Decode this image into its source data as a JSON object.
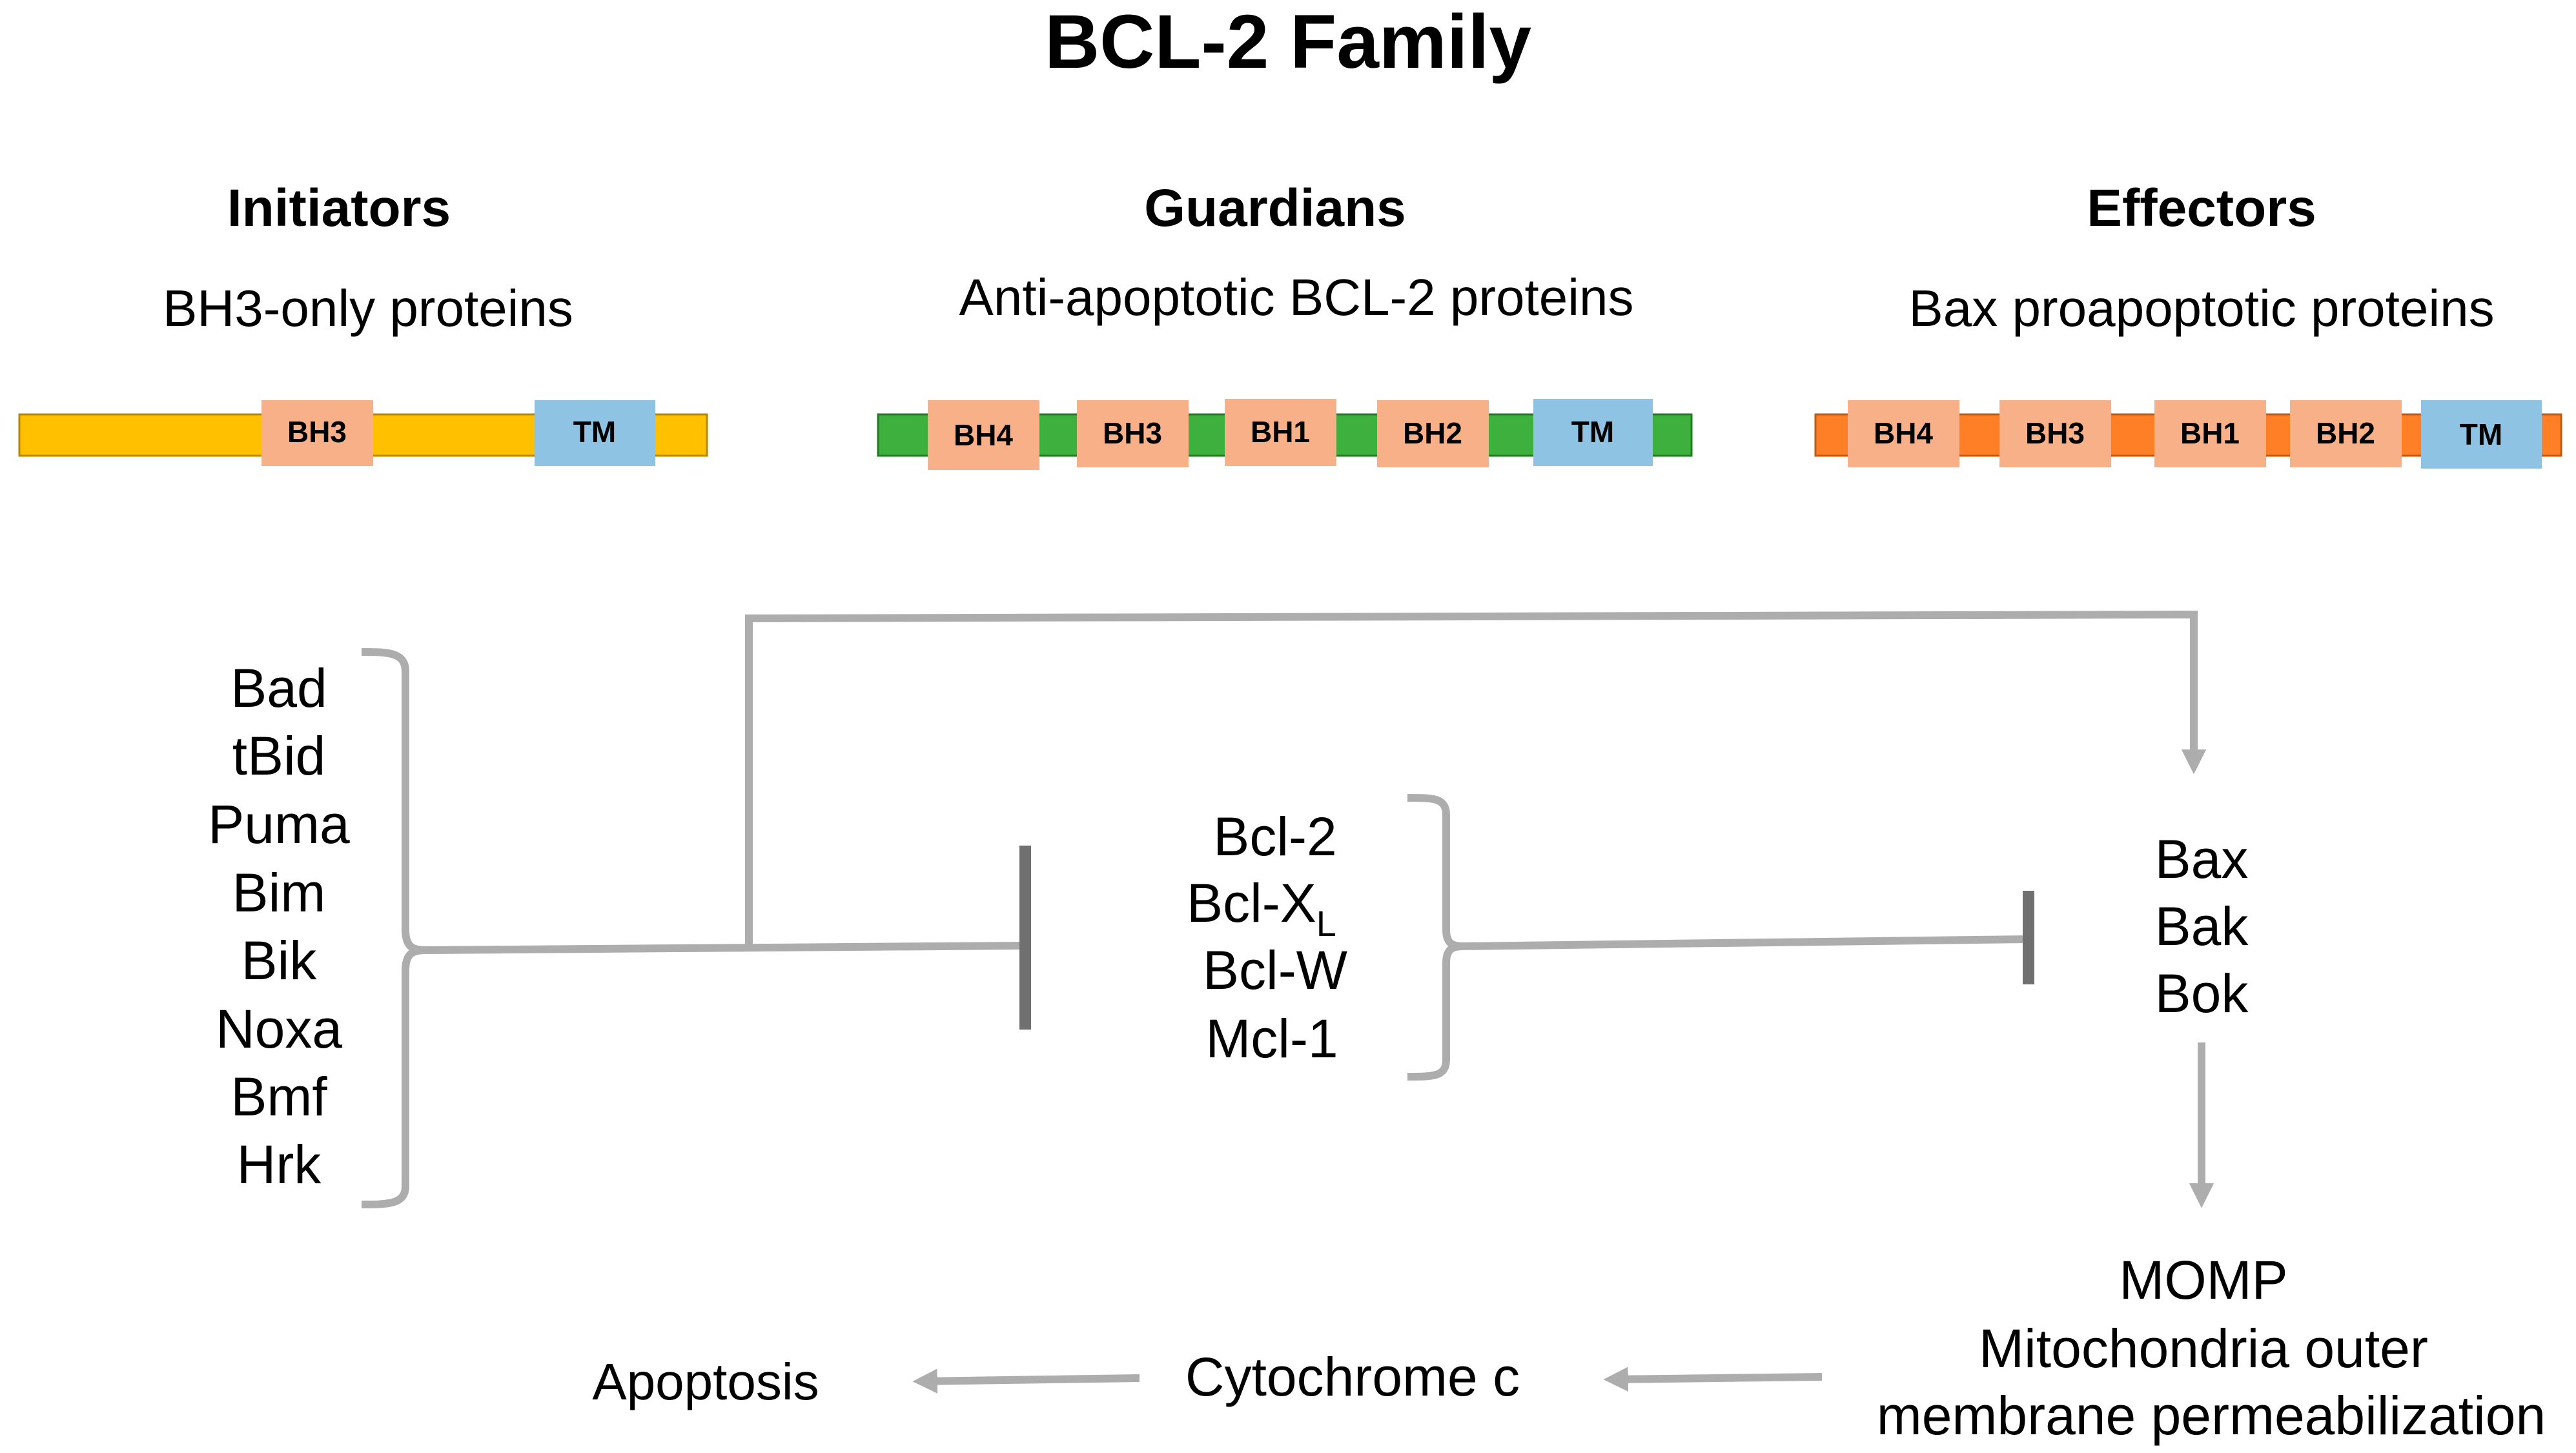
{
  "title": "BCL-2 Family",
  "groups": {
    "initiators": {
      "heading": "Initiators",
      "subtitle": "BH3-only proteins",
      "domains": [
        "BH3",
        "TM"
      ],
      "members": [
        "Bad",
        "tBid",
        "Puma",
        "Bim",
        "Bik",
        "Noxa",
        "Bmf",
        "Hrk"
      ]
    },
    "guardians": {
      "heading": "Guardians",
      "subtitle": "Anti-apoptotic BCL-2 proteins",
      "domains": [
        "BH4",
        "BH3",
        "BH1",
        "BH2",
        "TM"
      ],
      "members": [
        "Bcl-2",
        "Bcl-X",
        "Bcl-W",
        "Mcl-1"
      ],
      "bclx_subscript": "L"
    },
    "effectors": {
      "heading": "Effectors",
      "subtitle": "Bax proapoptotic proteins",
      "domains": [
        "BH4",
        "BH3",
        "BH1",
        "BH2",
        "TM"
      ],
      "members": [
        "Bax",
        "Bak",
        "Bok"
      ]
    }
  },
  "pathway": {
    "momp_line1": "MOMP",
    "momp_line2": "Mitochondria outer",
    "momp_line3": "membrane permeabilization",
    "cytochrome": "Cytochrome c",
    "apoptosis": "Apoptosis"
  },
  "colors": {
    "initiator_bar": "#FFC000",
    "guardian_bar": "#3DB03D",
    "effector_bar": "#FF7F27",
    "bh_domain": "#F8B088",
    "tm_domain": "#8FC3E3",
    "connector": "#ADADAD",
    "inhibitor_bar": "#707070"
  }
}
